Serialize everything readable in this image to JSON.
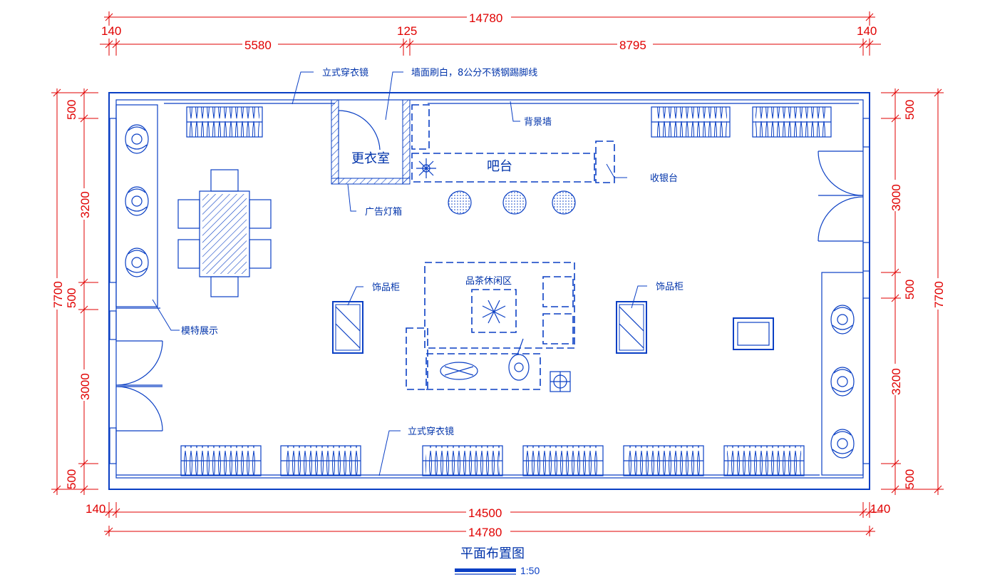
{
  "colors": {
    "dimension": "#e00000",
    "drawing": "#0a3fc4",
    "background": "#ffffff"
  },
  "dimensions": {
    "top_overall": "14780",
    "top_left_wall": "140",
    "top_seg1": "5580",
    "top_mid_wall": "125",
    "top_seg2": "8795",
    "top_right_wall": "140",
    "bottom_left_wall": "140",
    "bottom_inner": "14500",
    "bottom_right_wall": "140",
    "bottom_overall": "14780",
    "left_overall": "7700",
    "left_segments": [
      "500",
      "3200",
      "500",
      "3000",
      "500"
    ],
    "right_overall": "7700",
    "right_segments": [
      "500",
      "3000",
      "500",
      "3200",
      "500"
    ]
  },
  "labels": {
    "mirror_top": "立式穿衣镜",
    "wall_note": "墙面刷白，8公分不锈钢踢脚线",
    "background_wall": "背景墙",
    "fitting_room": "更衣室",
    "bar": "吧台",
    "cashier": "收银台",
    "lightbox": "广告灯箱",
    "tea_area": "品茶休闲区",
    "display_left": "饰品柜",
    "display_right": "饰品柜",
    "model_display": "模特展示",
    "mirror_bottom": "立式穿衣镜"
  },
  "title": {
    "text": "平面布置图",
    "scale": "1:50"
  }
}
